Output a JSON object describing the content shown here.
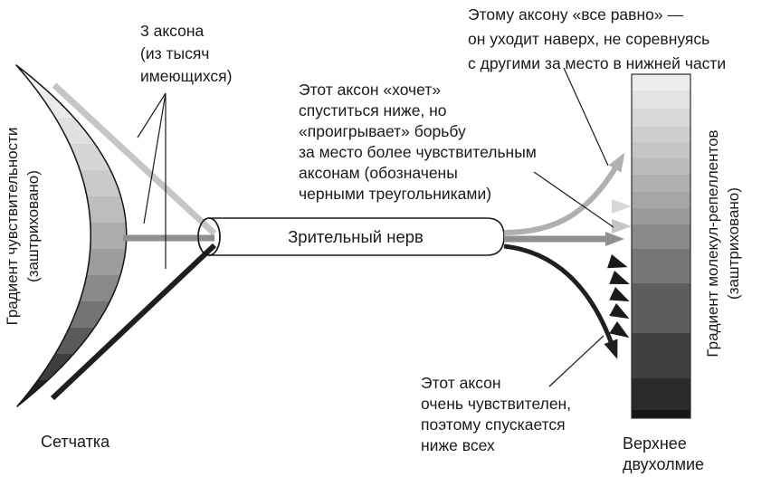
{
  "labels": {
    "retina": "Сетчатка",
    "optic_nerve": "Зрительный нерв",
    "colliculus_line1": "Верхнее",
    "colliculus_line2": "двухолмие",
    "retina_gradient_line1": "Градиент чувствительности",
    "retina_gradient_line2": "(заштриховано)",
    "repellent_gradient_line1": "Градиент молекул-репеллентов",
    "repellent_gradient_line2": "(заштриховано)"
  },
  "annotations": {
    "three_axons": {
      "lines": [
        "3 аксона",
        "(из тысяч",
        "имеющихся)"
      ]
    },
    "indifferent_axon": {
      "lines": [
        "Этому аксону «все равно» —",
        "он уходит наверх, не соревнуясь",
        "с другими за место в нижней части"
      ]
    },
    "losing_axon": {
      "lines": [
        "Этот аксон «хочет»",
        "спуститься ниже, но",
        "«проигрывает» борьбу",
        "за место более чувствительным",
        "аксонам (обозначены",
        "черными треугольниками)"
      ]
    },
    "sensitive_axon": {
      "lines": [
        "Этот аксон",
        "очень чувствителен,",
        "поэтому спускается",
        "ниже всех"
      ]
    }
  },
  "colors": {
    "axon_light": "#c5c5c5",
    "axon_light_exit": "#b0b0b0",
    "axon_medium": "#8f8f8f",
    "axon_dark": "#1f1f1f",
    "triangle_light_top": "#d8d8d8",
    "triangle_light_bottom": "#c6c6c6",
    "triangle_black": "#1a1a1a",
    "retina_gradient_top": "#f4f4f4",
    "retina_gradient_bottom": "#222222",
    "repellent_gradient_top": "#ededed",
    "repellent_gradient_bottom": "#161616"
  }
}
